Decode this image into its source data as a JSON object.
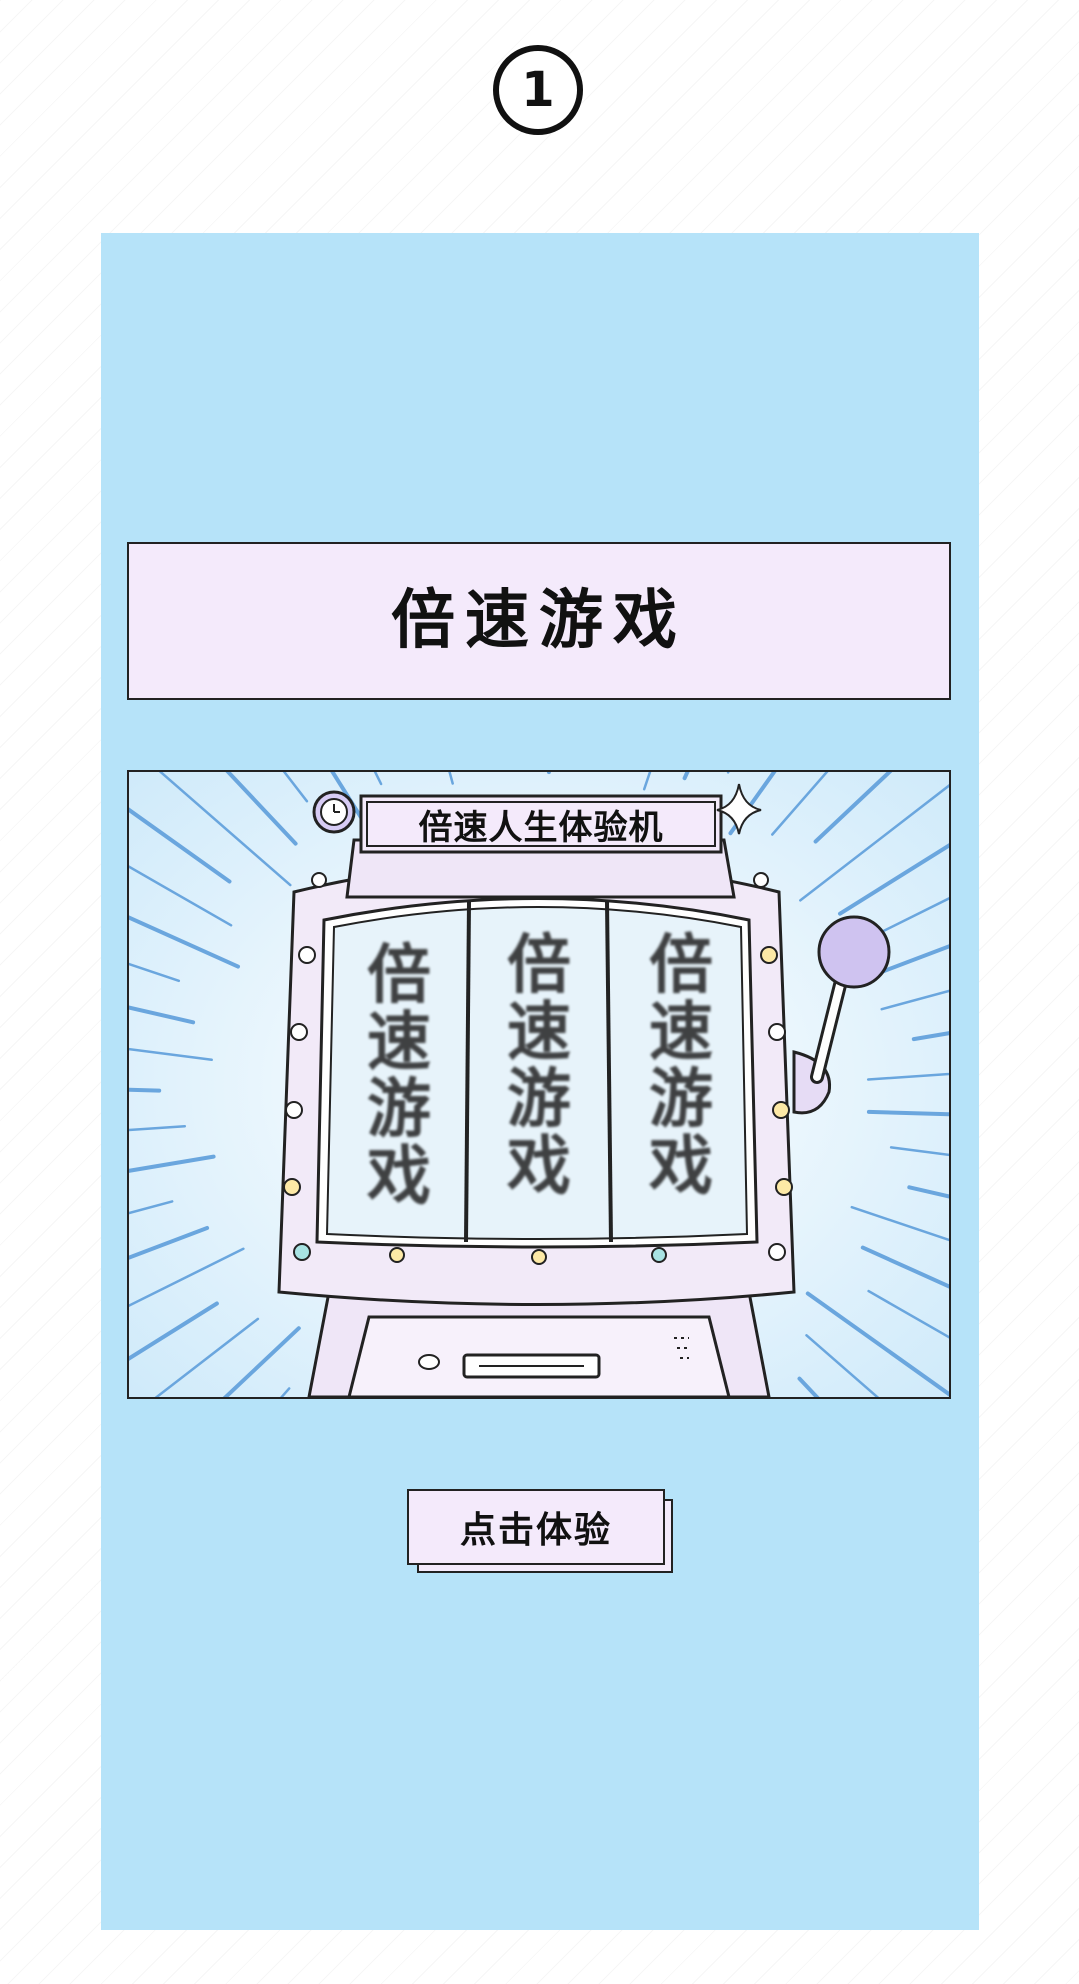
{
  "step": {
    "number": "1"
  },
  "game": {
    "title": "倍速游戏",
    "machine_label": "倍速人生体验机",
    "reels": [
      "倍\n速\n游\n戏",
      "倍\n速\n游\n戏",
      "倍\n速\n游\n戏"
    ],
    "cta_label": "点击体验"
  },
  "colors": {
    "panel_bg": "#b6e3f9",
    "card_bg": "#f4eafb",
    "highlight": "#c9a2e6",
    "machine_body": "#f2eaf8",
    "accent_purple": "#cfc3f0",
    "burst_lines": "#6aa6de"
  },
  "icons": {
    "badge": "circled-number-icon",
    "clock": "clock-icon",
    "sparkle": "sparkle-icon",
    "lever": "lever-knob-icon"
  }
}
